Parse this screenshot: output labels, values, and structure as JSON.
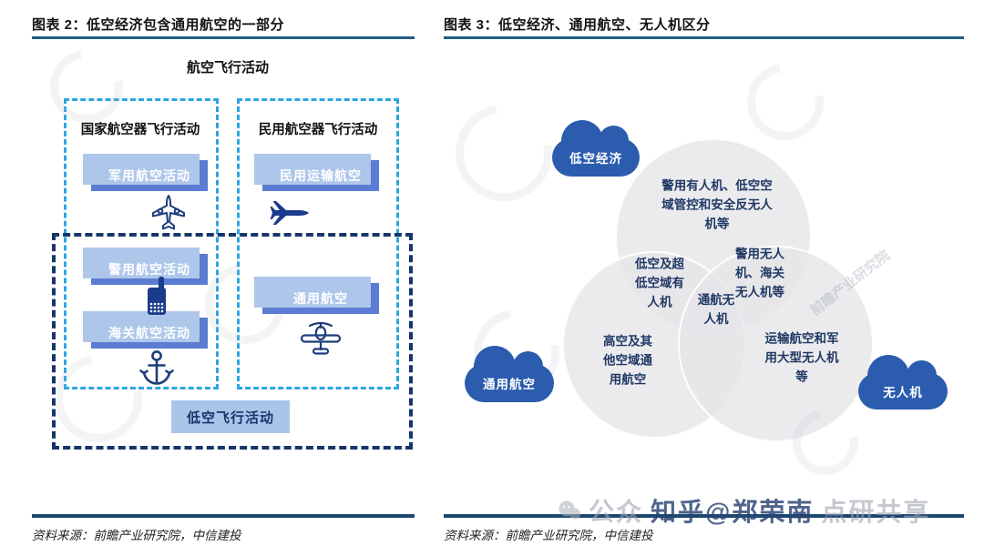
{
  "figure2": {
    "title": "图表 2：低空经济包含通用航空的一部分",
    "root_label": "航空飞行活动",
    "groups": {
      "state": "国家航空器飞行活动",
      "civil": "民用航空器飞行活动"
    },
    "nodes": {
      "military": "军用航空活动",
      "civil_transport": "民用运输航空",
      "police": "警用航空活动",
      "customs": "海关航空活动",
      "general_aviation": "通用航空"
    },
    "low_altitude_label": "低空飞行活动",
    "source": "资料来源：前瞻产业研究院，中信建投"
  },
  "figure3": {
    "title": "图表 3：低空经济、通用航空、无人机区分",
    "clouds": {
      "low_altitude_economy": "低空经济",
      "general_aviation": "通用航空",
      "drone": "无人机"
    },
    "regions": {
      "economy_only": "警用有人机、低空空\n域管控和安全反无人\n机等",
      "economy_general": "低空及超\n低空域有\n人机",
      "center_all": "通航无\n人机",
      "economy_drone": "警用无人\n机、海关\n无人机等",
      "general_only": "高空及其\n他空域通\n用航空",
      "drone_only": "运输航空和军\n用大型无人机\n等"
    },
    "source": "资料来源：前瞻产业研究院，中信建投"
  },
  "watermarks": {
    "institute": "前瞻产业研究院",
    "bottom_gray_prefix": "公众",
    "bottom_dark": "知乎@郑荣南",
    "bottom_gray_suffix": "点研共享"
  },
  "colors": {
    "button_blue": "#5B7CD2",
    "button_shadow": "#AEC6EA",
    "dashed_light_blue": "#2BA6E0",
    "dashed_dark_navy": "#16356B",
    "cloud_blue": "#2B5CAD",
    "venn_text_navy": "#1F3864",
    "header_rule": "#1E5C86",
    "footer_rule": "#1C4870",
    "low_label_bg": "#A9C6E9"
  }
}
